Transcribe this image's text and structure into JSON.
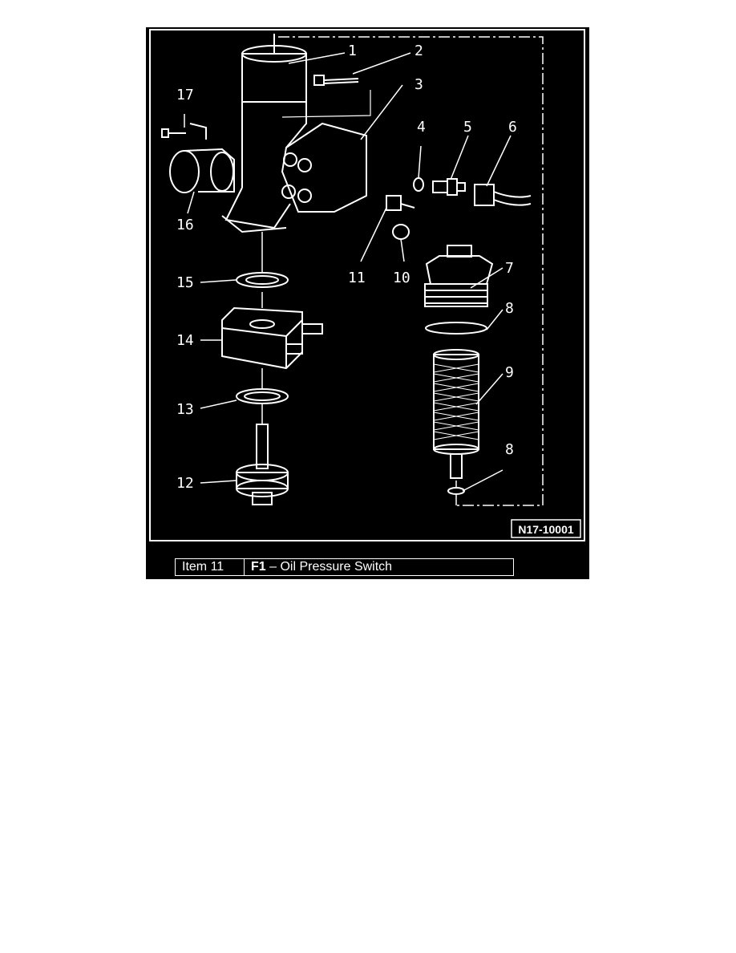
{
  "figure": {
    "ref_code": "N17-10001",
    "callouts": [
      "1",
      "2",
      "3",
      "4",
      "5",
      "6",
      "7",
      "8",
      "9",
      "8",
      "10",
      "11",
      "12",
      "13",
      "14",
      "15",
      "16",
      "17"
    ]
  },
  "legend": {
    "item": "Item 11",
    "code": "F1",
    "separator": " – ",
    "description": "Oil Pressure Switch"
  }
}
